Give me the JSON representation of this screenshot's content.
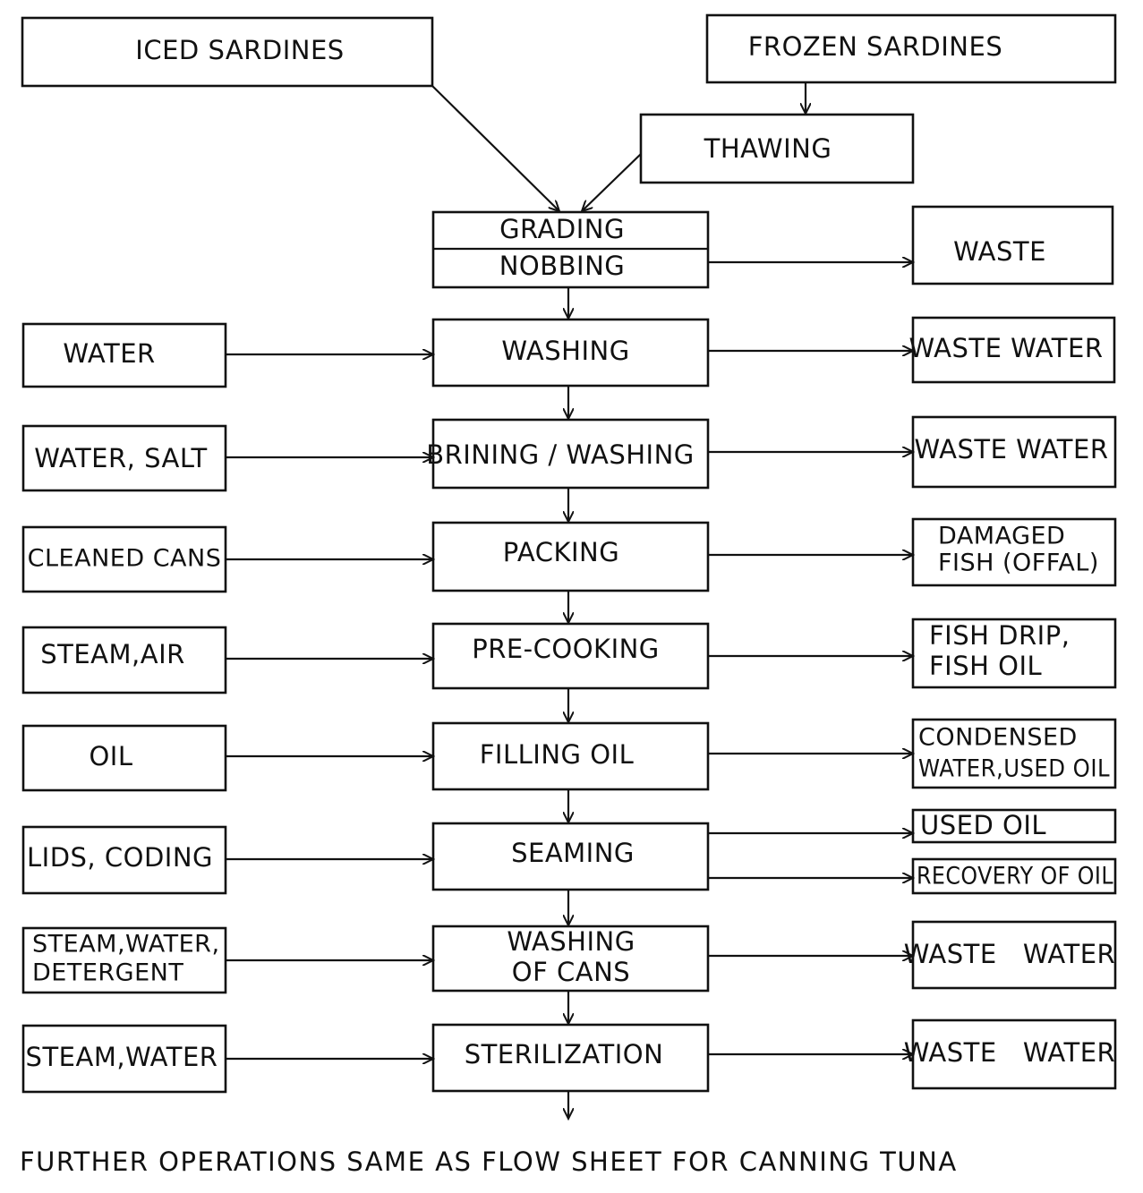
{
  "sources": {
    "iced": "ICED SARDINES",
    "frozen": "FROZEN SARDINES",
    "thawing": "THAWING"
  },
  "process": {
    "grading": "GRADING",
    "nobbing": "NOBBING",
    "washing": "WASHING",
    "brining": "BRINING / WASHING",
    "packing": "PACKING",
    "precooking": "PRE-COOKING",
    "filling": "FILLING OIL",
    "seaming": "SEAMING",
    "washing_cans": [
      "WASHING",
      "OF CANS"
    ],
    "sterilization": "STERILIZATION"
  },
  "inputs": {
    "washing": "WATER",
    "brining": "WATER, SALT",
    "packing": "CLEANED CANS",
    "precooking": "STEAM,AIR",
    "filling": "OIL",
    "seaming": "LIDS, CODING",
    "washing_cans": [
      "STEAM,WATER,",
      "DETERGENT"
    ],
    "sterilization": "STEAM,WATER"
  },
  "outputs": {
    "nobbing": "WASTE",
    "washing": "WASTE WATER",
    "brining": "WASTE WATER",
    "packing": [
      "DAMAGED",
      "FISH (OFFAL)"
    ],
    "precooking": [
      "FISH DRIP,",
      "FISH OIL"
    ],
    "filling": [
      "CONDENSED",
      "WATER,USED OIL"
    ],
    "seaming_1": "USED OIL",
    "seaming_2": "RECOVERY OF OIL",
    "washing_cans": "WASTE   WATER",
    "sterilization": "WASTE   WATER"
  },
  "footer": "FURTHER OPERATIONS SAME AS FLOW SHEET FOR CANNING TUNA"
}
